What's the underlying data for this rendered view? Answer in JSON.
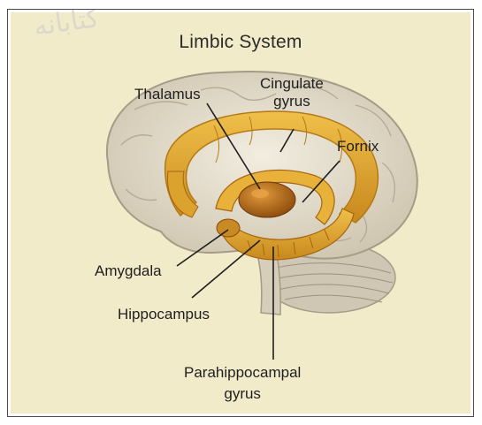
{
  "title": "Limbic System",
  "watermark": "کتابانه",
  "labels": {
    "thalamus": "Thalamus",
    "cingulate_line1": "Cingulate",
    "cingulate_line2": "gyrus",
    "fornix": "Fornix",
    "amygdala": "Amygdala",
    "hippocampus": "Hippocampus",
    "parahippocampal_line1": "Parahippocampal",
    "parahippocampal_line2": "gyrus"
  },
  "colors": {
    "background": "#f1ebc9",
    "brain": "#e8e1cf",
    "limbic": "#d9a325",
    "limbic_dark": "#a5650f"
  }
}
